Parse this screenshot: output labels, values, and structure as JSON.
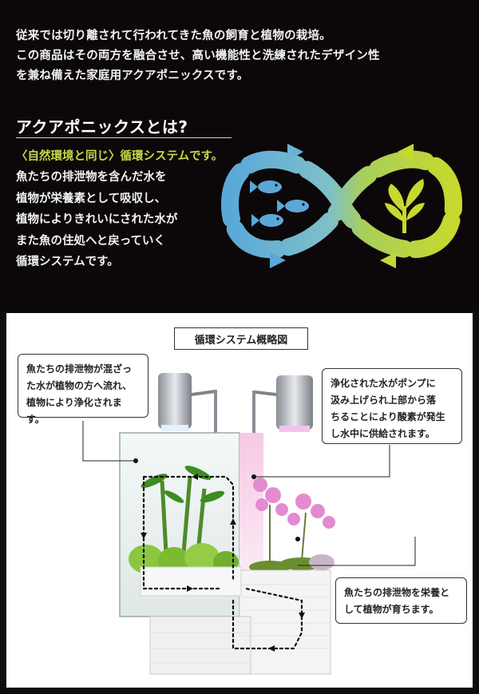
{
  "intro": {
    "lines": [
      "従来では切り離されて行われてきた魚の飼育と植物の栽培。",
      "この商品はその両方を融合させ、高い機能性と洗練されたデザイン性",
      "を兼ね備えた家庭用アクアポニックスです。"
    ]
  },
  "section": {
    "heading": "アクアポニックスとは?",
    "subhead": "〈自然環境と同じ〉循環システムです。",
    "desc": [
      "魚たちの排泄物を含んだ水を",
      "植物が栄養素として吸収し、",
      "植物によりきれいにされた水が",
      "また魚の住処へと戻っていく",
      "循環システムです。"
    ]
  },
  "colors": {
    "blue": "#5aa8d8",
    "green": "#c7d82e",
    "bg": "#0c0809"
  },
  "icons": [
    "fish-icon",
    "fish-icon",
    "fish-icon",
    "plant-icon",
    "infinity-cycle-icon"
  ],
  "diagram": {
    "title": "循環システム概略図",
    "callout_left": [
      "魚たちの排泄物が混ざっ",
      "た水が植物の方へ流れ、",
      "植物により浄化されます。"
    ],
    "callout_right_top": [
      "浄化された水がポンプに",
      "汲み上げられ上部から落",
      "ちることにより酸素が発生",
      "し水中に供給されます。"
    ],
    "callout_right_bottom": [
      "魚たちの排泄物を栄養と",
      "して植物が育ちます。"
    ]
  }
}
